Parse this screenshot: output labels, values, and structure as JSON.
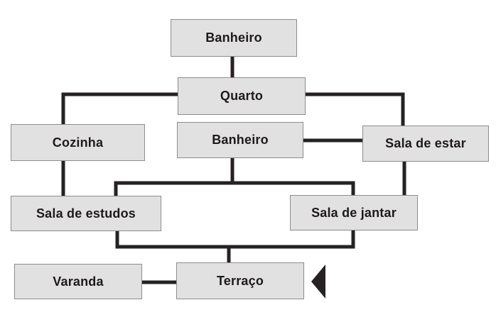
{
  "diagram": {
    "colors": {
      "background": "#ffffff",
      "node_fill": "#e1e1e1",
      "node_border": "#8d8d8d",
      "line": "#262223",
      "text": "#1e1a1b"
    },
    "nodes": [
      {
        "id": "banheiro-top",
        "label": "Banheiro"
      },
      {
        "id": "quarto",
        "label": "Quarto"
      },
      {
        "id": "cozinha",
        "label": "Cozinha"
      },
      {
        "id": "banheiro-mid",
        "label": "Banheiro"
      },
      {
        "id": "sala-de-estar",
        "label": "Sala de estar"
      },
      {
        "id": "sala-de-estudos",
        "label": "Sala de estudos"
      },
      {
        "id": "sala-de-jantar",
        "label": "Sala de jantar"
      },
      {
        "id": "varanda",
        "label": "Varanda"
      },
      {
        "id": "terraco",
        "label": "Terraço"
      }
    ],
    "edges": [
      {
        "from": "banheiro-top",
        "to": "quarto"
      },
      {
        "from": "quarto",
        "to": "cozinha"
      },
      {
        "from": "quarto",
        "to": "sala-de-estar"
      },
      {
        "from": "banheiro-mid",
        "to": "sala-de-estar"
      },
      {
        "from": "banheiro-mid",
        "to": "sala-de-estudos"
      },
      {
        "from": "banheiro-mid",
        "to": "sala-de-jantar"
      },
      {
        "from": "cozinha",
        "to": "sala-de-estudos"
      },
      {
        "from": "sala-de-estar",
        "to": "sala-de-jantar"
      },
      {
        "from": "sala-de-estudos",
        "to": "terraco"
      },
      {
        "from": "sala-de-jantar",
        "to": "terraco"
      },
      {
        "from": "varanda",
        "to": "terraco"
      }
    ],
    "marker": {
      "shape": "triangle-left",
      "color": "#1b1718",
      "attached_to": "terraco"
    }
  }
}
